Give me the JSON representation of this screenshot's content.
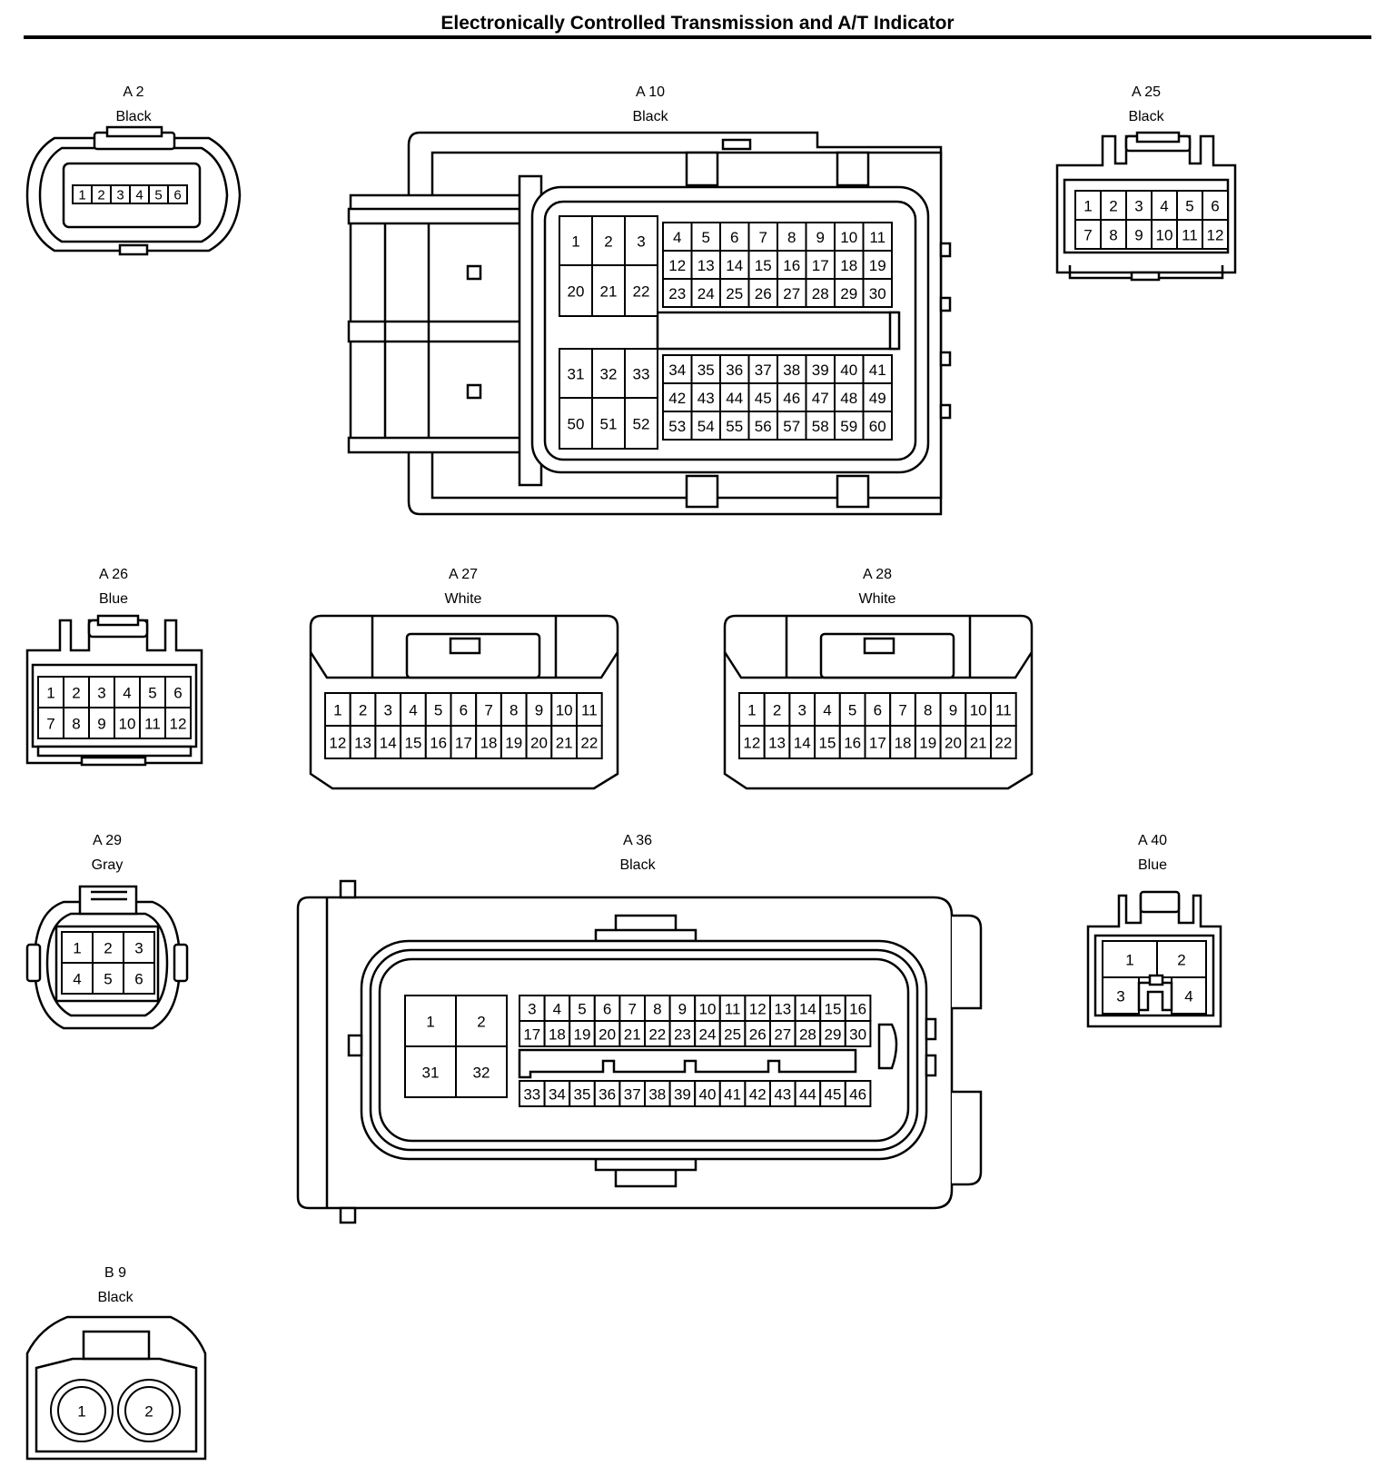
{
  "title": "Electronically Controlled Transmission and A/T Indicator",
  "connectors": {
    "a2": {
      "code": "A 2",
      "color": "Black"
    },
    "a10": {
      "code": "A 10",
      "color": "Black"
    },
    "a25": {
      "code": "A 25",
      "color": "Black"
    },
    "a26": {
      "code": "A 26",
      "color": "Blue"
    },
    "a27": {
      "code": "A 27",
      "color": "White"
    },
    "a28": {
      "code": "A 28",
      "color": "White"
    },
    "a29": {
      "code": "A 29",
      "color": "Gray"
    },
    "a36": {
      "code": "A 36",
      "color": "Black"
    },
    "a40": {
      "code": "A 40",
      "color": "Blue"
    },
    "b9": {
      "code": "B 9",
      "color": "Black"
    }
  }
}
